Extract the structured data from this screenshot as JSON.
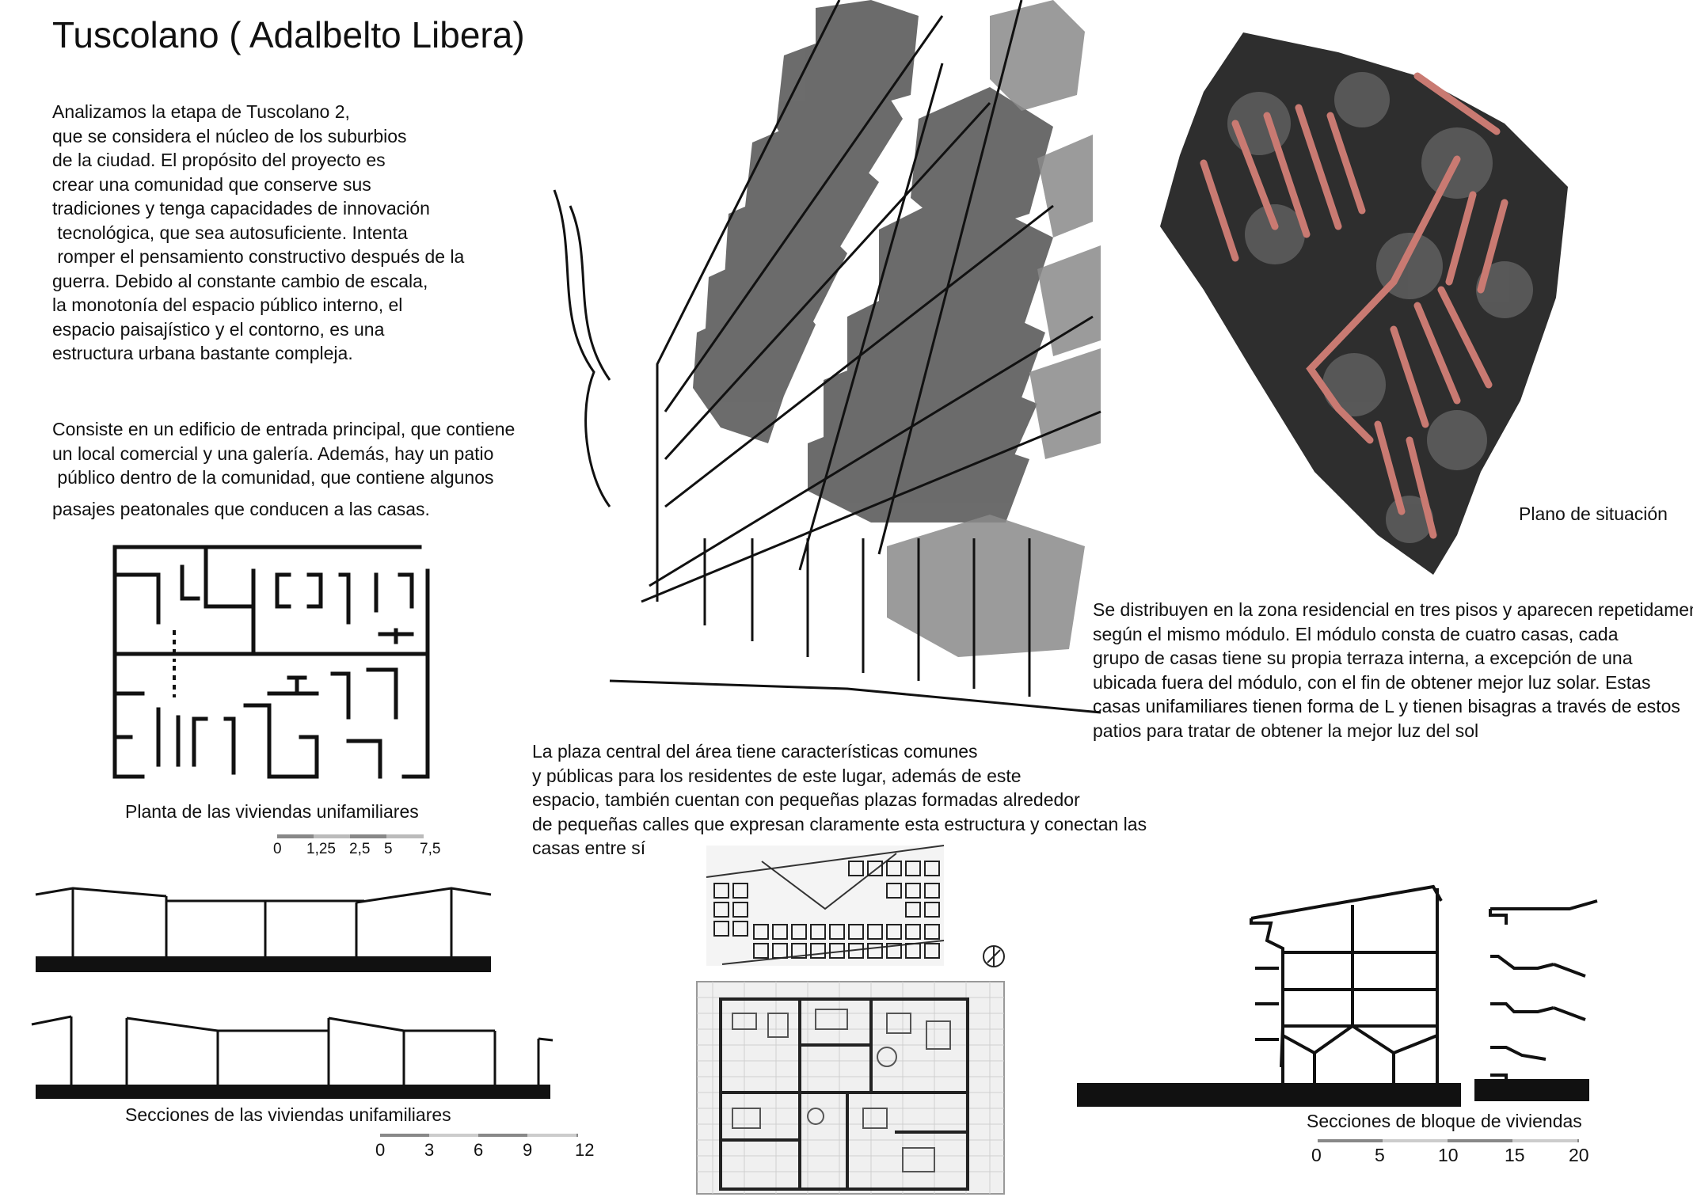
{
  "title": "Tuscolano ( Adalbelto Libera)",
  "intro_lines": [
    "Analizamos la etapa de Tuscolano 2,",
    "que se considera el núcleo de los suburbios",
    "de la ciudad. El propósito del proyecto es",
    "crear una comunidad que conserve sus",
    "tradiciones y tenga capacidades de innovación",
    " tecnológica, que sea autosuficiente. Intenta",
    " romper el pensamiento constructivo después de la",
    "guerra. Debido al constante cambio de escala,",
    "la monotonía del espacio público interno, el",
    "espacio paisajístico y el contorno, es una",
    "estructura urbana bastante compleja."
  ],
  "second_lines": [
    "Consiste en un edificio de entrada principal, que contiene",
    "un local comercial y una galería. Además, hay un patio",
    " público dentro de la comunidad, que contiene algunos"
  ],
  "second_last_line": "pasajes peatonales que conducen a las casas.",
  "plan_caption": "Planta de las viviendas unifamiliares",
  "plan_scale": [
    "0",
    "1,25",
    "2,5",
    "5",
    "7,5"
  ],
  "sections_caption": "Secciones de las viviendas unifamiliares",
  "sections_scale": [
    "0",
    "3",
    "6",
    "9",
    "12"
  ],
  "site_caption": "Plano de situación",
  "modules_lines": [
    "Se distribuyen en la zona residencial en tres pisos y aparecen repetidamente",
    "según el mismo módulo. El módulo consta de cuatro casas, cada",
    "grupo de casas tiene su propia terraza interna, a excepción de una",
    "ubicada fuera del módulo, con el fin de obtener mejor luz solar. Estas",
    "casas unifamiliares tienen forma de L y tienen bisagras a través de estos",
    "patios para tratar de obtener la mejor luz del sol"
  ],
  "plaza_lines": [
    "La plaza central del área tiene características comunes",
    "y públicas para los residentes de este lugar, además de este",
    "espacio, también cuentan con pequeñas plazas formadas alrededor",
    "de pequeñas calles que expresan claramente esta estructura y conectan las",
    "casas entre sí"
  ],
  "block_caption": "Secciones de bloque de viviendas",
  "block_scale": [
    "0",
    "5",
    "10",
    "15",
    "20"
  ],
  "colors": {
    "roof_red": "#c97a72",
    "ink": "#111111",
    "sketch_gray": "#6f6f6f"
  }
}
